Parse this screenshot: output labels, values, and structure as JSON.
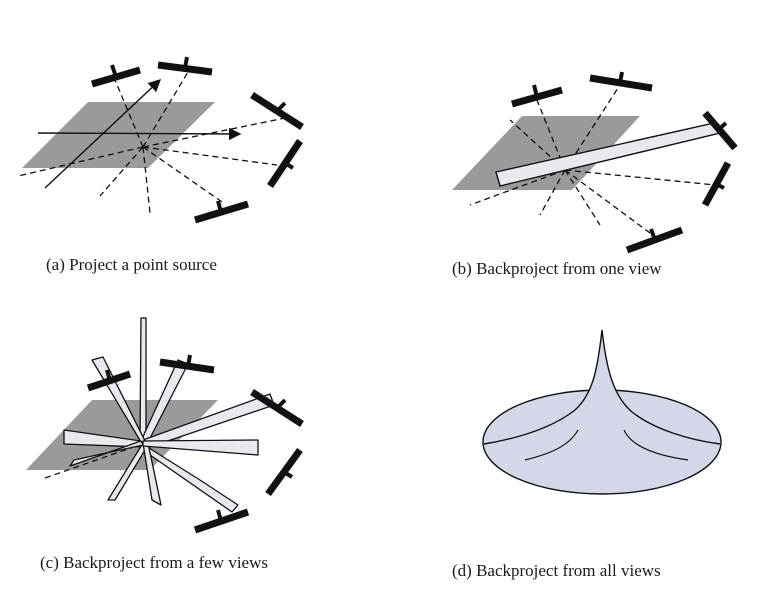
{
  "panels": [
    {
      "id": "a",
      "caption": "(a) Project a point source"
    },
    {
      "id": "b",
      "caption": "(b) Backproject from one view"
    },
    {
      "id": "c",
      "caption": "(c) Backproject from a few views"
    },
    {
      "id": "d",
      "caption": "(d) Backproject from all views"
    }
  ],
  "colors": {
    "plane": "#9a9a9a",
    "line": "#111111",
    "bar_fill": "#e8e8ee",
    "blob_fill": "#d4d7e8"
  }
}
